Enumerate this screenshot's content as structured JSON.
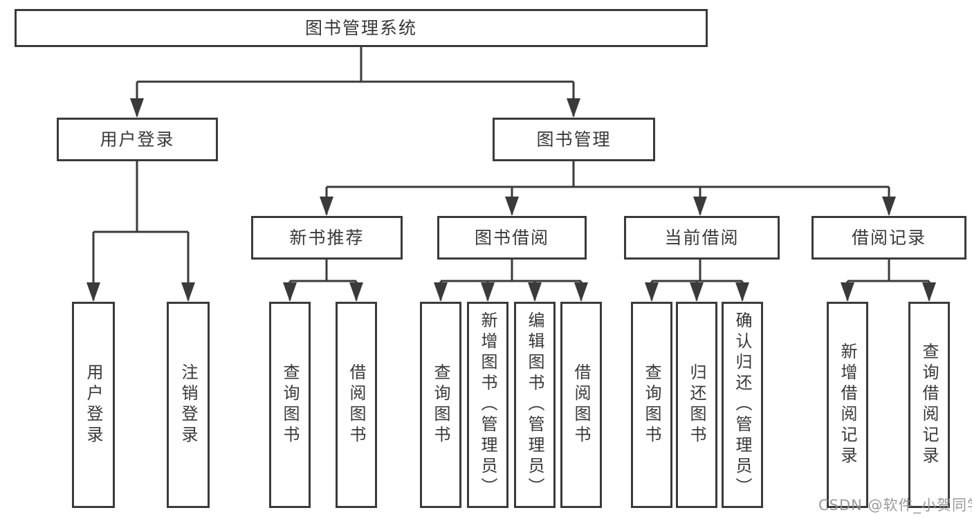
{
  "diagram": {
    "root": {
      "label": "图书管理系统"
    },
    "branches": [
      {
        "label": "用户登录",
        "children": [
          {
            "label": "用户登录"
          },
          {
            "label": "注销登录"
          }
        ]
      },
      {
        "label": "图书管理",
        "sections": [
          {
            "label": "新书推荐",
            "children": [
              {
                "label": "查询图书"
              },
              {
                "label": "借阅图书"
              }
            ]
          },
          {
            "label": "图书借阅",
            "children": [
              {
                "label": "查询图书"
              },
              {
                "label": "新增图书（管理员）"
              },
              {
                "label": "编辑图书（管理员）"
              },
              {
                "label": "借阅图书"
              }
            ]
          },
          {
            "label": "当前借阅",
            "children": [
              {
                "label": "查询图书"
              },
              {
                "label": "归还图书"
              },
              {
                "label": "确认归还（管理员）"
              }
            ]
          },
          {
            "label": "借阅记录",
            "children": [
              {
                "label": "新增借阅记录"
              },
              {
                "label": "查询借阅记录"
              }
            ]
          }
        ]
      }
    ],
    "watermark": "CSDN @软件_小贺同学",
    "colors": {
      "line": "#3a3a3a",
      "text": "#383838",
      "watermark": "#949494",
      "background": "#ffffff"
    }
  }
}
